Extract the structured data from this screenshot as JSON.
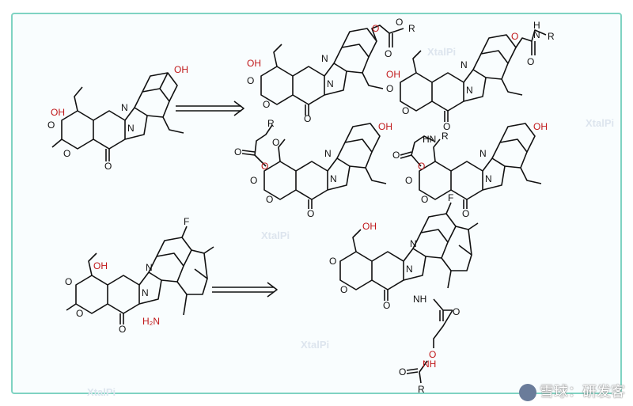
{
  "watermark": {
    "brand": "XtalPi"
  },
  "labels": {
    "oh": "OH",
    "o": "O",
    "n": "N",
    "f": "F",
    "h": "H",
    "r": "R",
    "nh": "NH",
    "hn": "HN",
    "h2n": "H₂N"
  },
  "footer": {
    "text": "雪球：研发客"
  },
  "colors": {
    "frame_border": "#7fd3c2",
    "heteroatom_red": "#c0181a",
    "bond_black": "#111111"
  }
}
